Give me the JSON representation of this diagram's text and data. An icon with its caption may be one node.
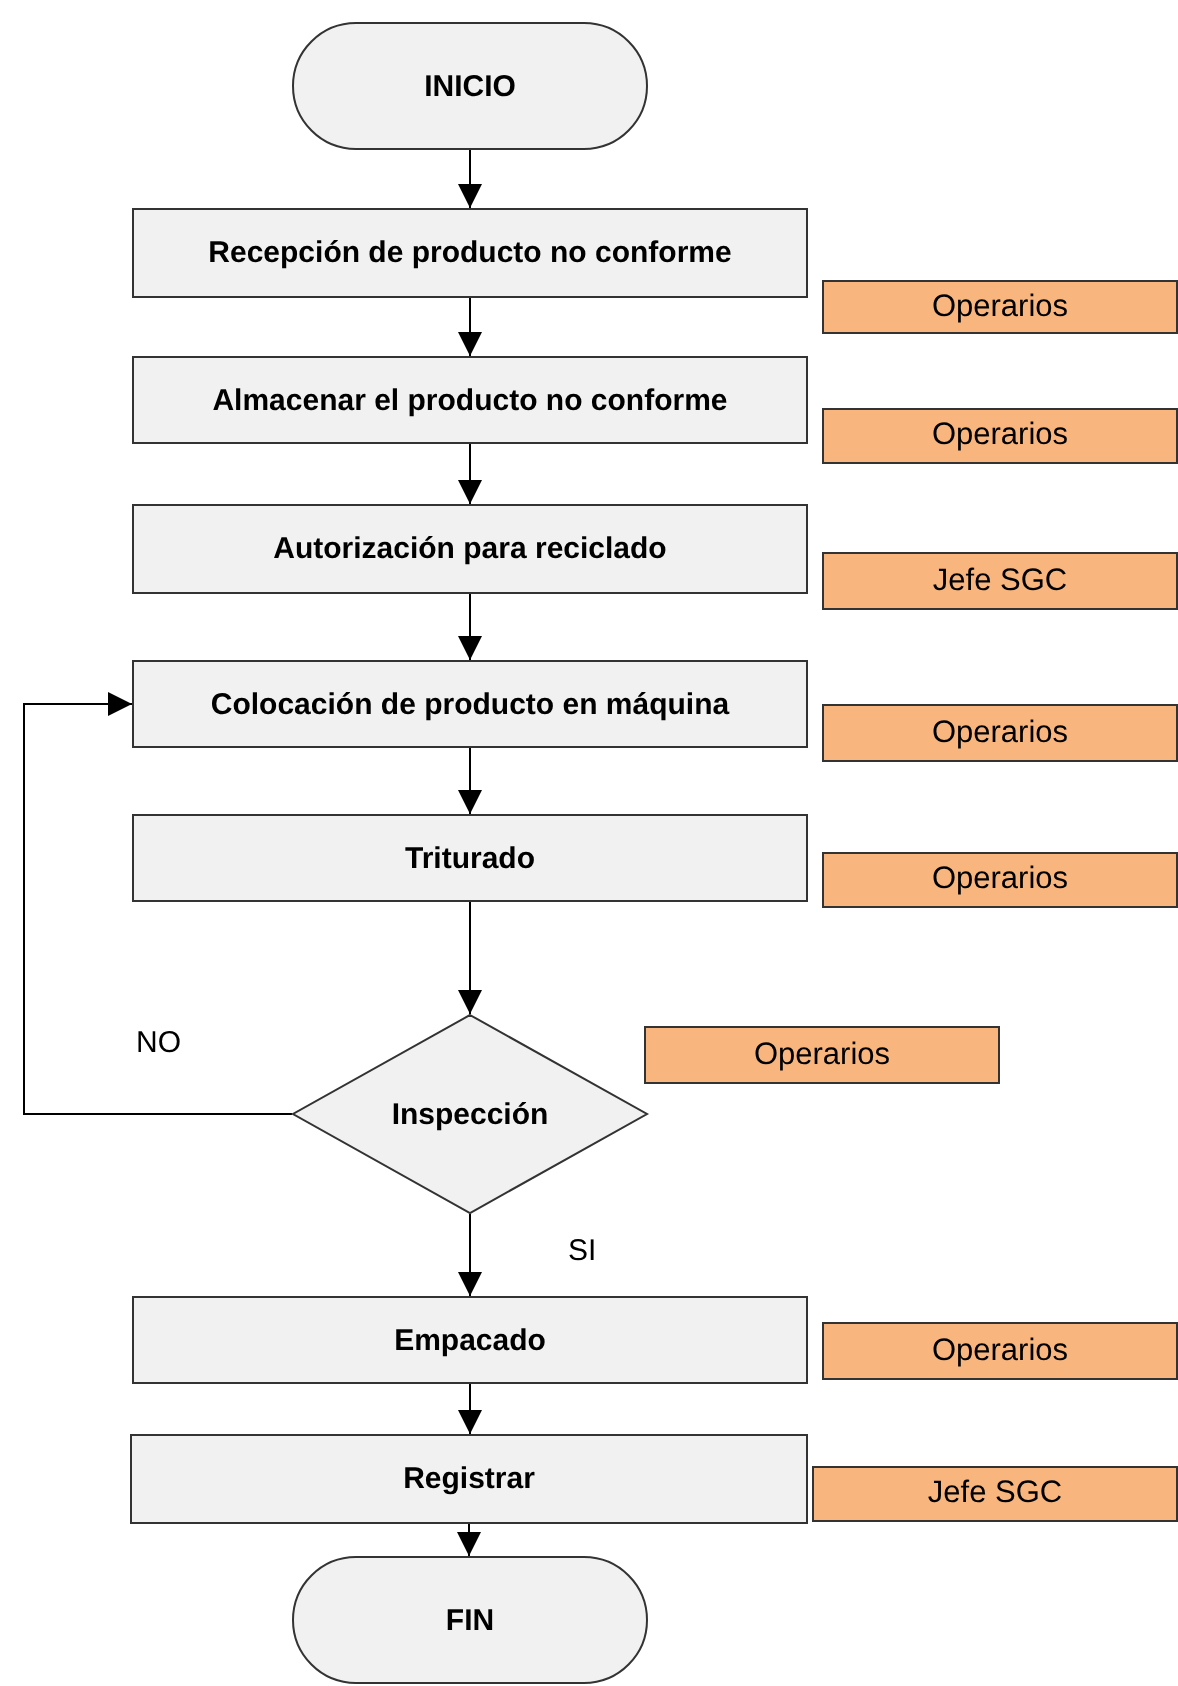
{
  "diagram": {
    "nodes": [
      {
        "text": [
          "INICIO"
        ]
      },
      {
        "text": [
          "Recepción de producto no conforme"
        ]
      },
      {
        "text": [
          "Operarios"
        ]
      },
      {
        "text": [
          "Almacenar el producto no conforme"
        ]
      },
      {
        "text": [
          "Operarios"
        ]
      },
      {
        "text": [
          "Autorización para reciclado"
        ]
      },
      {
        "text": [
          "Jefe SGC"
        ]
      },
      {
        "text": [
          "Colocación de producto en máquina"
        ]
      },
      {
        "text": [
          "Operarios"
        ]
      },
      {
        "text": [
          "Triturado"
        ]
      },
      {
        "text": [
          "Operarios"
        ]
      },
      {
        "text": [
          "Operarios"
        ]
      },
      {
        "text": [
          "Inspección"
        ]
      },
      {
        "text": [
          "Empacado"
        ]
      },
      {
        "text": [
          "Operarios"
        ]
      },
      {
        "text": [
          "Registrar"
        ]
      },
      {
        "text": [
          "Jefe SGC"
        ]
      },
      {
        "text": [
          "FIN"
        ]
      }
    ],
    "edges": [
      {
        "from": 0,
        "to": 1,
        "arrow": "to"
      },
      {
        "from": 1,
        "to": 3,
        "arrow": "to"
      },
      {
        "from": 3,
        "to": 5,
        "arrow": "to"
      },
      {
        "from": 5,
        "to": 7,
        "arrow": "to"
      },
      {
        "from": 7,
        "to": 9,
        "arrow": "to"
      },
      {
        "from": 9,
        "to": 12,
        "arrow": "to"
      },
      {
        "from": 12,
        "to": 7,
        "arrow": "to",
        "label": "NO"
      },
      {
        "from": 12,
        "to": 13,
        "arrow": "to",
        "label": "SI"
      },
      {
        "from": 13,
        "to": 15,
        "arrow": "to"
      },
      {
        "from": 15,
        "to": 17,
        "arrow": "to"
      }
    ]
  }
}
